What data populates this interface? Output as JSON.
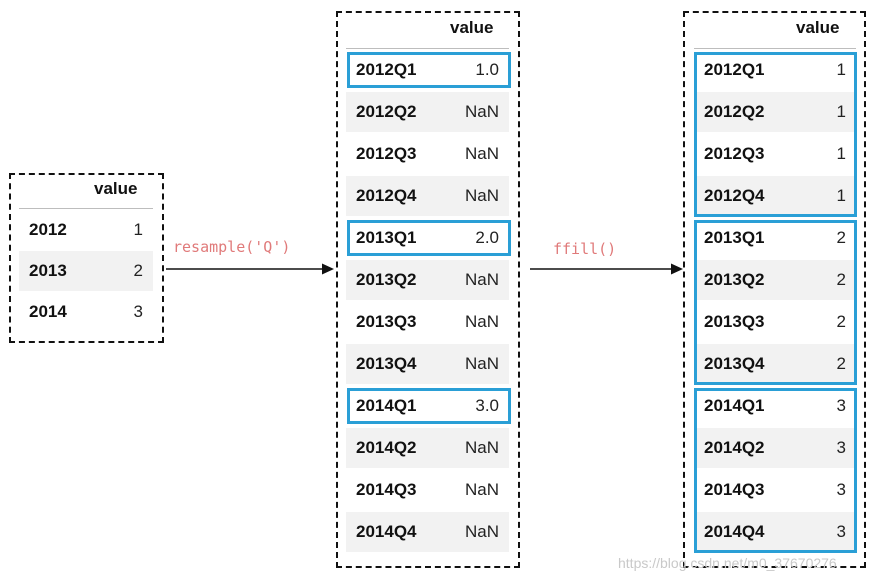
{
  "tables": [
    {
      "header": "value",
      "rows": [
        {
          "key": "2012",
          "value": "1"
        },
        {
          "key": "2013",
          "value": "2"
        },
        {
          "key": "2014",
          "value": "3"
        }
      ]
    },
    {
      "header": "value",
      "rows": [
        {
          "key": "2012Q1",
          "value": "1.0"
        },
        {
          "key": "2012Q2",
          "value": "NaN"
        },
        {
          "key": "2012Q3",
          "value": "NaN"
        },
        {
          "key": "2012Q4",
          "value": "NaN"
        },
        {
          "key": "2013Q1",
          "value": "2.0"
        },
        {
          "key": "2013Q2",
          "value": "NaN"
        },
        {
          "key": "2013Q3",
          "value": "NaN"
        },
        {
          "key": "2013Q4",
          "value": "NaN"
        },
        {
          "key": "2014Q1",
          "value": "3.0"
        },
        {
          "key": "2014Q2",
          "value": "NaN"
        },
        {
          "key": "2014Q3",
          "value": "NaN"
        },
        {
          "key": "2014Q4",
          "value": "NaN"
        }
      ]
    },
    {
      "header": "value",
      "rows": [
        {
          "key": "2012Q1",
          "value": "1"
        },
        {
          "key": "2012Q2",
          "value": "1"
        },
        {
          "key": "2012Q3",
          "value": "1"
        },
        {
          "key": "2012Q4",
          "value": "1"
        },
        {
          "key": "2013Q1",
          "value": "2"
        },
        {
          "key": "2013Q2",
          "value": "2"
        },
        {
          "key": "2013Q3",
          "value": "2"
        },
        {
          "key": "2013Q4",
          "value": "2"
        },
        {
          "key": "2014Q1",
          "value": "3"
        },
        {
          "key": "2014Q2",
          "value": "3"
        },
        {
          "key": "2014Q3",
          "value": "3"
        },
        {
          "key": "2014Q4",
          "value": "3"
        }
      ]
    }
  ],
  "operations": {
    "first": "resample('Q')",
    "second": "ffill()"
  },
  "watermark": "https://blog.csdn.net/m0_37670276",
  "colors": {
    "highlight": "#2a9fd6",
    "operation_text": "#e07a7a",
    "stripe": "#f2f2f2"
  }
}
